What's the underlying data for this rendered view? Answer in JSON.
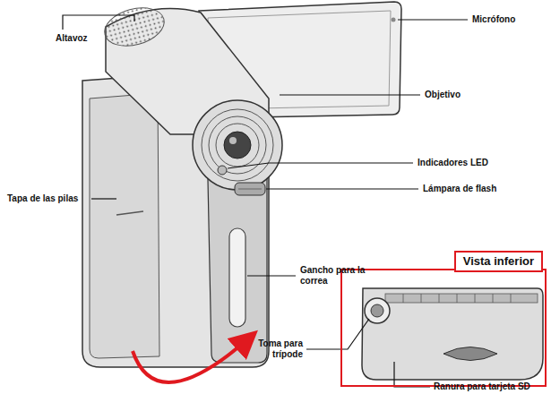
{
  "diagram": {
    "nodes": [
      {
        "text": [
          "Vista inferior"
        ]
      }
    ],
    "labels": [
      "Altavoz",
      "Micrófono",
      "Objetivo",
      "Indicadores LED",
      "Lámpara de flash",
      "Tapa de las pilas",
      "Gancho para la correa",
      "Toma para trípode",
      "Ranura para tarjeta SD"
    ]
  }
}
